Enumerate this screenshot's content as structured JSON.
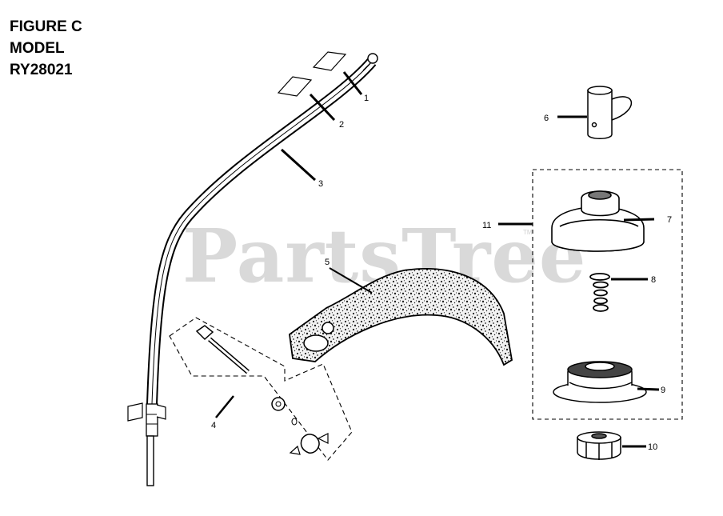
{
  "title": {
    "line1": "FIGURE C",
    "line2": "MODEL",
    "line3": "RY28021"
  },
  "watermark": {
    "text": "PartsTree",
    "tm": "TM"
  },
  "callouts": [
    "1",
    "2",
    "3",
    "4",
    "5",
    "6",
    "7",
    "8",
    "9",
    "10",
    "11"
  ]
}
